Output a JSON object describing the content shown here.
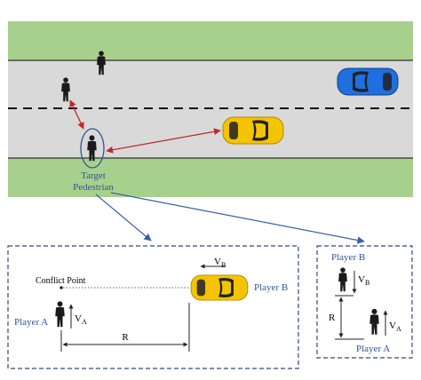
{
  "scene": {
    "target_label_line1": "Target",
    "target_label_line2": "Pedestrian"
  },
  "left_panel": {
    "conflict_point_label": "Conflict Point",
    "player_a_label": "Player A",
    "player_b_label": "Player B",
    "va_base": "V",
    "va_sub": "A",
    "vb_base": "V",
    "vb_sub": "B",
    "r_label": "R"
  },
  "right_panel": {
    "player_b_label": "Player B",
    "player_a_label": "Player A",
    "vb_base": "V",
    "vb_sub": "B",
    "va_base": "V",
    "va_sub": "A",
    "r_label": "R"
  },
  "colors": {
    "grass": "#a8d08d",
    "road": "#d9d9d9",
    "panel_border": "#2e4a7d",
    "callout_arrow": "#3a5ea8",
    "label_blue": "#2f5496",
    "conflict_arrow": "#c0282d",
    "yellow_car": "#f5c400",
    "blue_car": "#1f6fe0"
  }
}
